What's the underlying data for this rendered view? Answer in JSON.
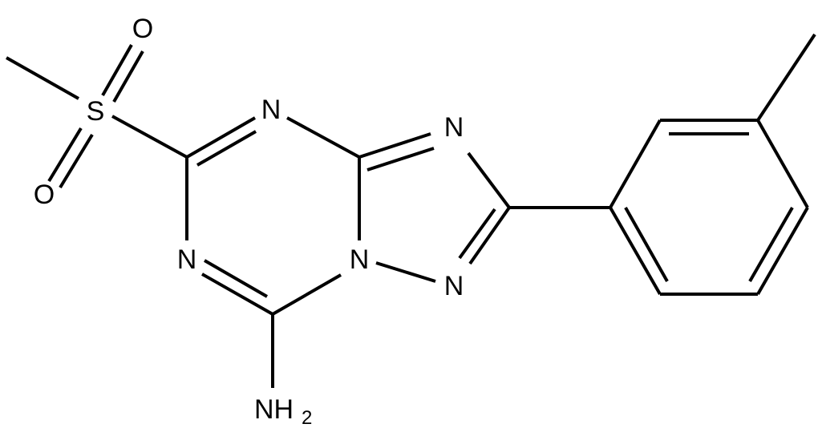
{
  "molecule": {
    "atoms": {
      "O1": "O",
      "S": "S",
      "O2": "O",
      "N_top": "N",
      "N_left": "N",
      "N_bridge": "N",
      "N_triazole_top": "N",
      "N_triazole_bottom": "N",
      "amine": "NH",
      "amine_sub": "2"
    }
  }
}
